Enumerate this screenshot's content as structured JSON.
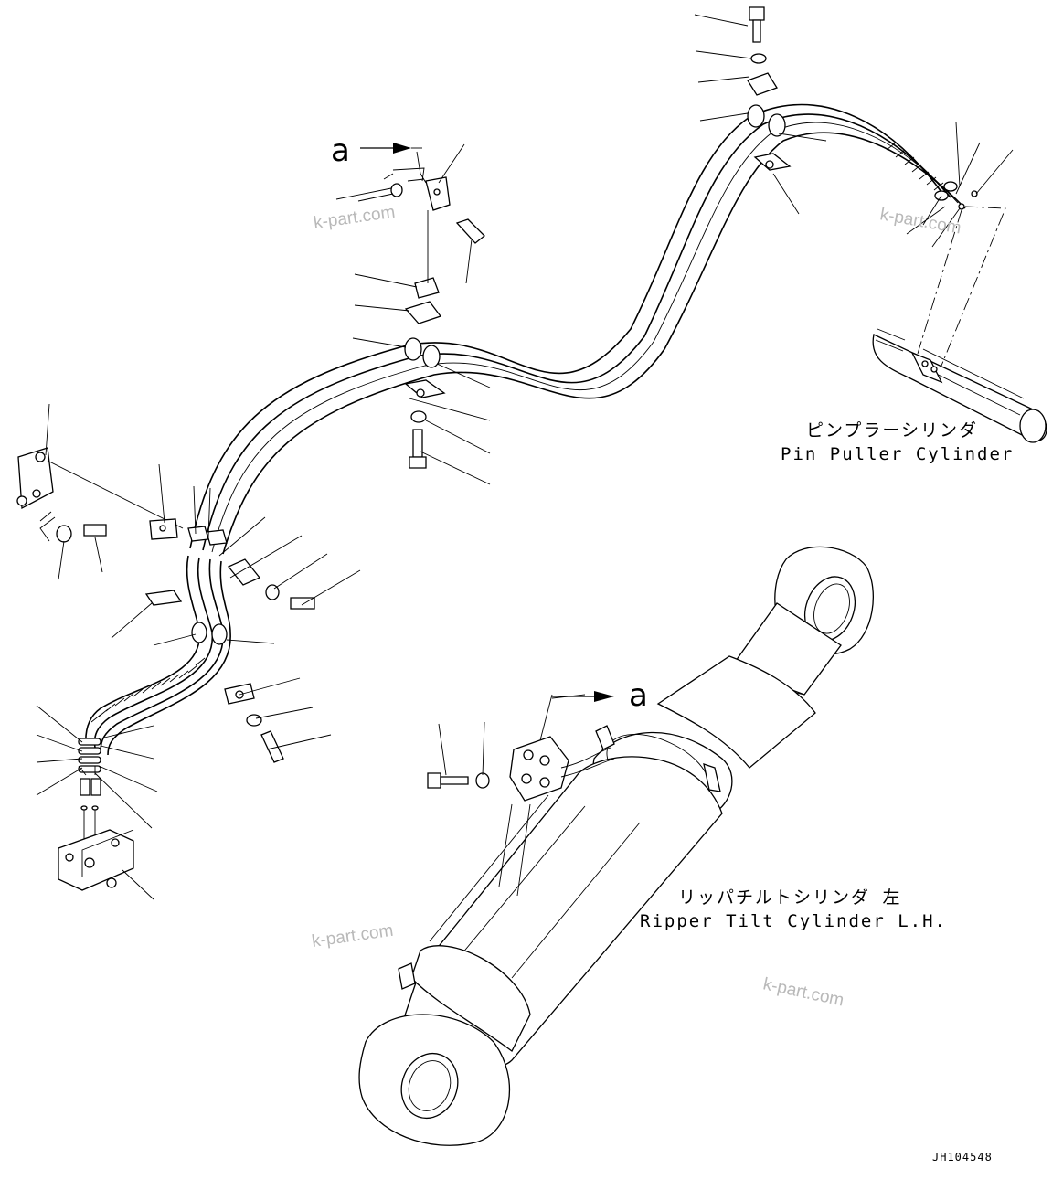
{
  "labels": {
    "pin_puller_jp": "ピンプラーシリンダ",
    "pin_puller_en": "Pin Puller Cylinder",
    "ripper_tilt_jp": "リッパチルトシリンダ 左",
    "ripper_tilt_en": "Ripper Tilt Cylinder L.H.",
    "ref_a_top": "a",
    "ref_a_cylinder": "a",
    "drawing_code": "JH104548"
  },
  "watermarks": [
    "k-part.com",
    "k-part.com",
    "k-part.com",
    "k-part.com"
  ]
}
